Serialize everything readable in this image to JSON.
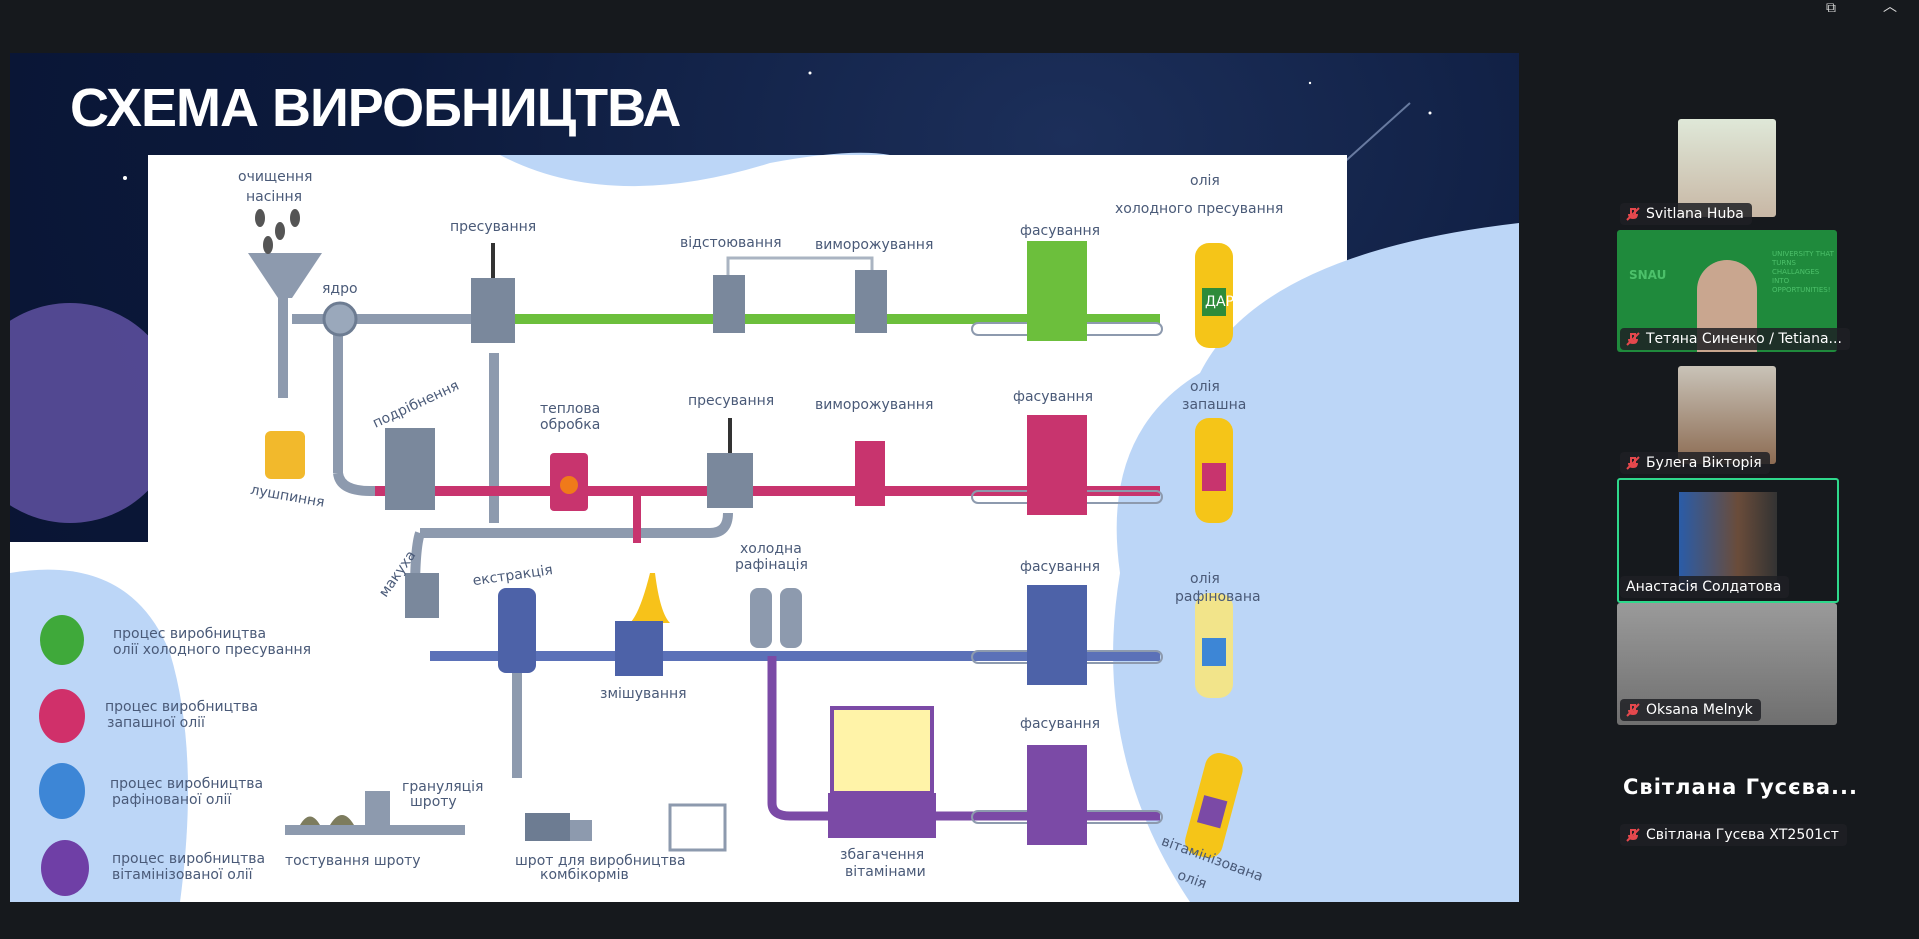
{
  "window": {
    "popout_icon": "popout-icon",
    "collapse_icon": "chevron-up-icon"
  },
  "slide": {
    "title": "СХЕМА ВИРОБНИЦТВА",
    "labels": {
      "cleaning1": "очищення",
      "cleaning2": "насіння",
      "kernel": "ядро",
      "press1": "пресування",
      "settling": "відстоювання",
      "freezing1": "виморожування",
      "packing1": "фасування",
      "oil_cold1": "олія",
      "oil_cold2": "холодного пресування",
      "grinding": "подрібнення",
      "heat1": "теплова",
      "heat2": "обробка",
      "press2": "пресування",
      "freezing2": "виморожування",
      "packing2": "фасування",
      "oil_aroma1": "олія",
      "oil_aroma2": "запашна",
      "husk": "лушпиння",
      "cake": "макуха",
      "extraction": "екстракція",
      "cold_ref1": "холодна",
      "cold_ref2": "рафінація",
      "packing3": "фасування",
      "oil_ref1": "олія",
      "oil_ref2": "рафінована",
      "mixing": "змішування",
      "packing4": "фасування",
      "enrich1": "збагачення",
      "enrich2": "вітамінами",
      "oil_vit1": "вітамінізована",
      "oil_vit2": "олія",
      "toasting": "тостування шроту",
      "granul1": "грануляція",
      "granul2": "шроту",
      "meal1": "шрот для виробництва",
      "meal2": "комбікормів"
    },
    "brand": "ДАР",
    "legend": [
      {
        "line1": "процес виробництва",
        "line2": "олії холодного пресування",
        "color": "#3fa93a"
      },
      {
        "line1": "процес виробництва",
        "line2": "запашної олії",
        "color": "#d0306a"
      },
      {
        "line1": "процес виробництва",
        "line2": "рафінованої олії",
        "color": "#3d86d6"
      },
      {
        "line1": "процес виробництва",
        "line2": "вітамінізованої олії",
        "color": "#6f3fa6"
      }
    ],
    "colors": {
      "green": "#6cbf3c",
      "pink": "#c8346e",
      "blue": "#5b71b8",
      "purple": "#7b4aa6",
      "pipe": "#8d9aae",
      "blob": "#bcd6f7"
    }
  },
  "participants": [
    {
      "name": "Svitlana Huba",
      "muted": true
    },
    {
      "name": "Тетяна Синенко / Tetiana...",
      "muted": true,
      "bg_text": "UNIVERSITY THAT TURNS CHALLANGES INTO OPPORTUNITIES!",
      "logo": "SNAU"
    },
    {
      "name": "Булега Вікторія",
      "muted": true
    },
    {
      "name": "Анастасія Солдатова",
      "muted": false,
      "speaking": true
    },
    {
      "name": "Oksana Melnyk",
      "muted": true
    },
    {
      "name": "Світлана Гусєва ХТ2501ст",
      "muted": true,
      "display_name": "Світлана Гусєва..."
    }
  ]
}
